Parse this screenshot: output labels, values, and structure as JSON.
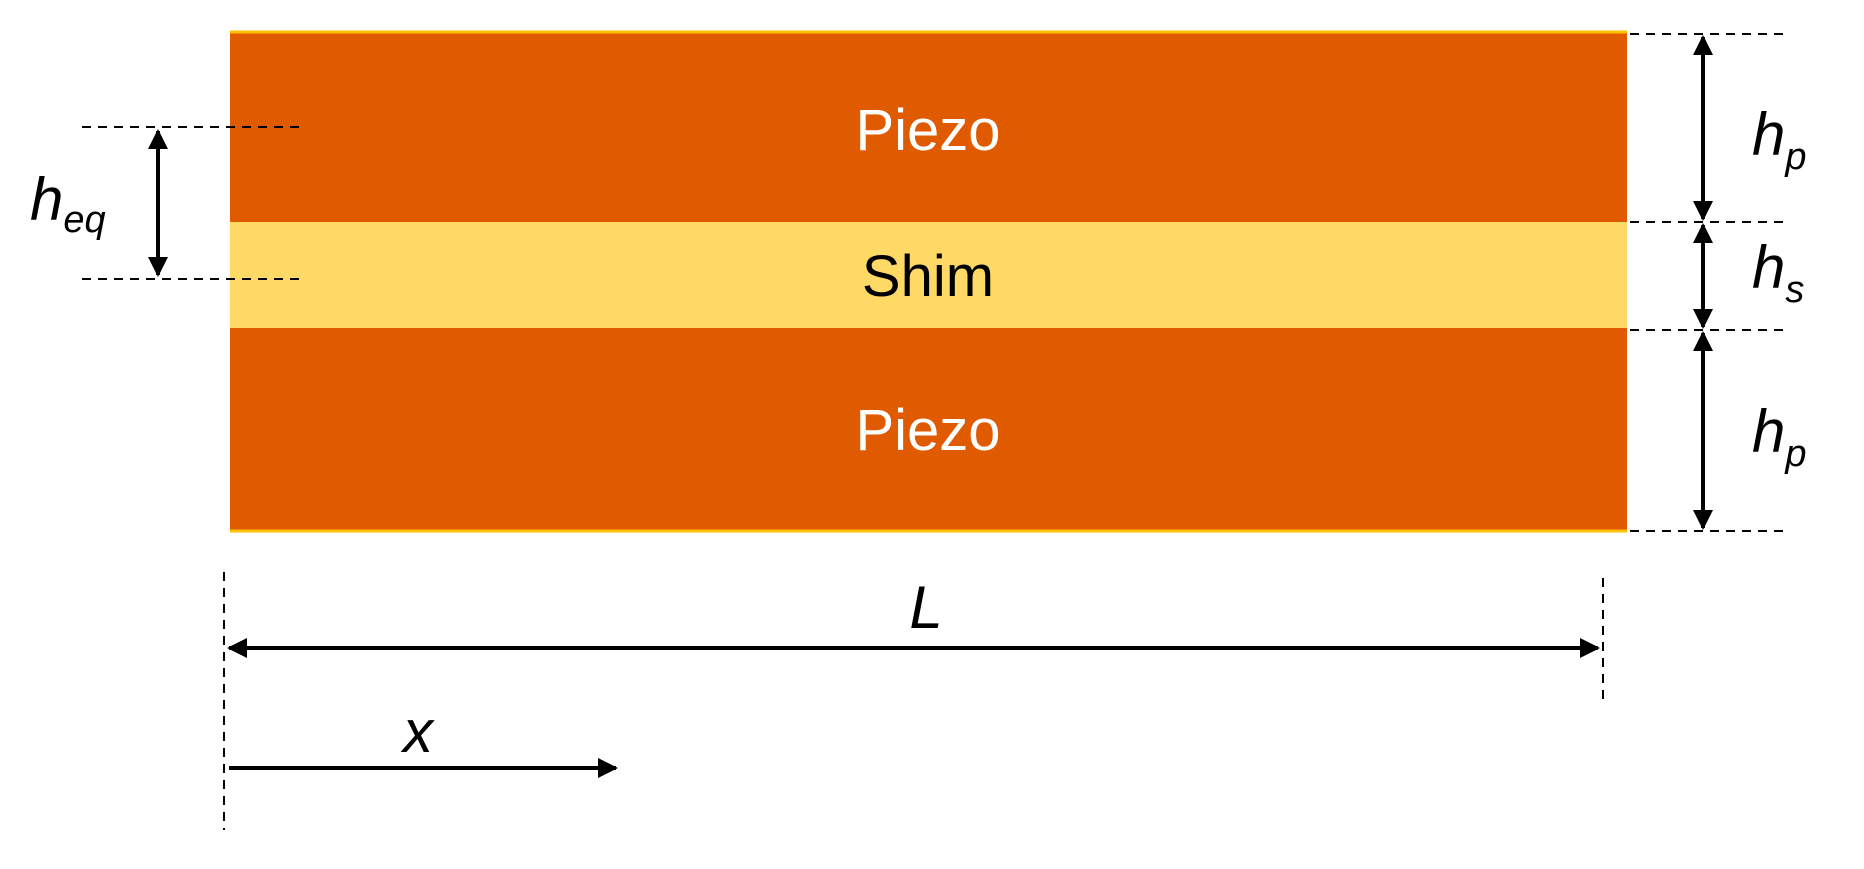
{
  "layers": {
    "top": {
      "label": "Piezo",
      "fill": "#E05A00",
      "text_color": "#FFFFFF"
    },
    "middle": {
      "label": "Shim",
      "fill": "#FFD966",
      "text_color": "#000000"
    },
    "bottom": {
      "label": "Piezo",
      "fill": "#E05A00",
      "text_color": "#FFFFFF"
    }
  },
  "dimensions": {
    "h_eq": {
      "symbol": "h",
      "subscript": "eq"
    },
    "h_p_top": {
      "symbol": "h",
      "subscript": "p"
    },
    "h_s": {
      "symbol": "h",
      "subscript": "s"
    },
    "h_p_bottom": {
      "symbol": "h",
      "subscript": "p"
    },
    "length": {
      "symbol": "L"
    },
    "position": {
      "symbol": "x"
    }
  },
  "colors": {
    "piezo": "#E05A00",
    "shim": "#FFD966",
    "outline": "#FFC000",
    "ink": "#000000"
  }
}
